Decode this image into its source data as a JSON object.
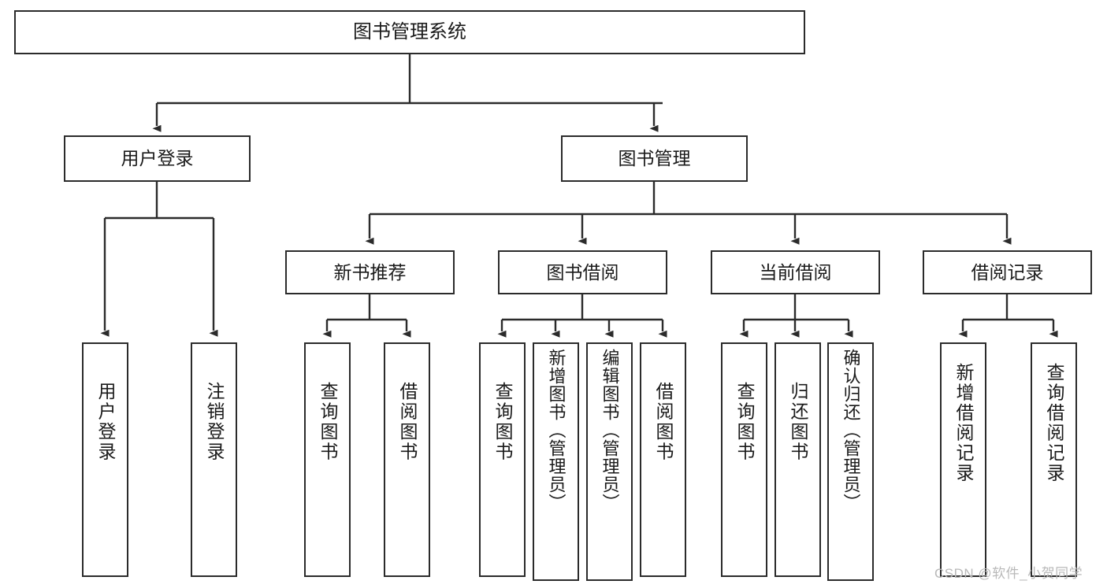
{
  "diagram": {
    "title": "图书管理系统",
    "type": "hierarchy-tree",
    "root": {
      "id": "root",
      "label": "图书管理系统",
      "orientation": "horizontal"
    },
    "level1": [
      {
        "id": "user-login",
        "label": "用户登录",
        "orientation": "horizontal"
      },
      {
        "id": "book-manage",
        "label": "图书管理",
        "orientation": "horizontal"
      }
    ],
    "level2": [
      {
        "id": "new-book-recommend",
        "label": "新书推荐",
        "orientation": "horizontal",
        "parent": "book-manage"
      },
      {
        "id": "book-borrow",
        "label": "图书借阅",
        "orientation": "horizontal",
        "parent": "book-manage"
      },
      {
        "id": "current-borrow",
        "label": "当前借阅",
        "orientation": "horizontal",
        "parent": "book-manage"
      },
      {
        "id": "borrow-record",
        "label": "借阅记录",
        "orientation": "horizontal",
        "parent": "book-manage"
      }
    ],
    "leaves": [
      {
        "id": "leaf-user-login",
        "label": "用户登录",
        "orientation": "vertical",
        "parent": "user-login"
      },
      {
        "id": "leaf-logout-login",
        "label": "注销登录",
        "orientation": "vertical",
        "parent": "user-login"
      },
      {
        "id": "leaf-query-book-1",
        "label": "查询图书",
        "orientation": "vertical",
        "parent": "new-book-recommend"
      },
      {
        "id": "leaf-borrow-book-1",
        "label": "借阅图书",
        "orientation": "vertical",
        "parent": "new-book-recommend"
      },
      {
        "id": "leaf-query-book-2",
        "label": "查询图书",
        "orientation": "vertical",
        "parent": "book-borrow"
      },
      {
        "id": "leaf-add-book",
        "label": "新增图书（管理员）",
        "orientation": "vertical",
        "parent": "book-borrow"
      },
      {
        "id": "leaf-edit-book",
        "label": "编辑图书（管理员）",
        "orientation": "vertical",
        "parent": "book-borrow"
      },
      {
        "id": "leaf-borrow-book-2",
        "label": "借阅图书",
        "orientation": "vertical",
        "parent": "book-borrow"
      },
      {
        "id": "leaf-query-book-3",
        "label": "查询图书",
        "orientation": "vertical",
        "parent": "current-borrow"
      },
      {
        "id": "leaf-return-book",
        "label": "归还图书",
        "orientation": "vertical",
        "parent": "current-borrow"
      },
      {
        "id": "leaf-confirm-return",
        "label": "确认归还（管理员）",
        "orientation": "vertical",
        "parent": "current-borrow"
      },
      {
        "id": "leaf-add-record",
        "label": "新增借阅记录",
        "orientation": "vertical",
        "parent": "borrow-record"
      },
      {
        "id": "leaf-query-record",
        "label": "查询借阅记录",
        "orientation": "vertical",
        "parent": "borrow-record"
      }
    ],
    "colors": {
      "stroke": "#2b2b2b",
      "fill": "#ffffff",
      "text": "#1a1a1a",
      "watermark": "#b9b9b9"
    }
  },
  "watermark": {
    "text": "CSDN @软件_小贺同学"
  }
}
